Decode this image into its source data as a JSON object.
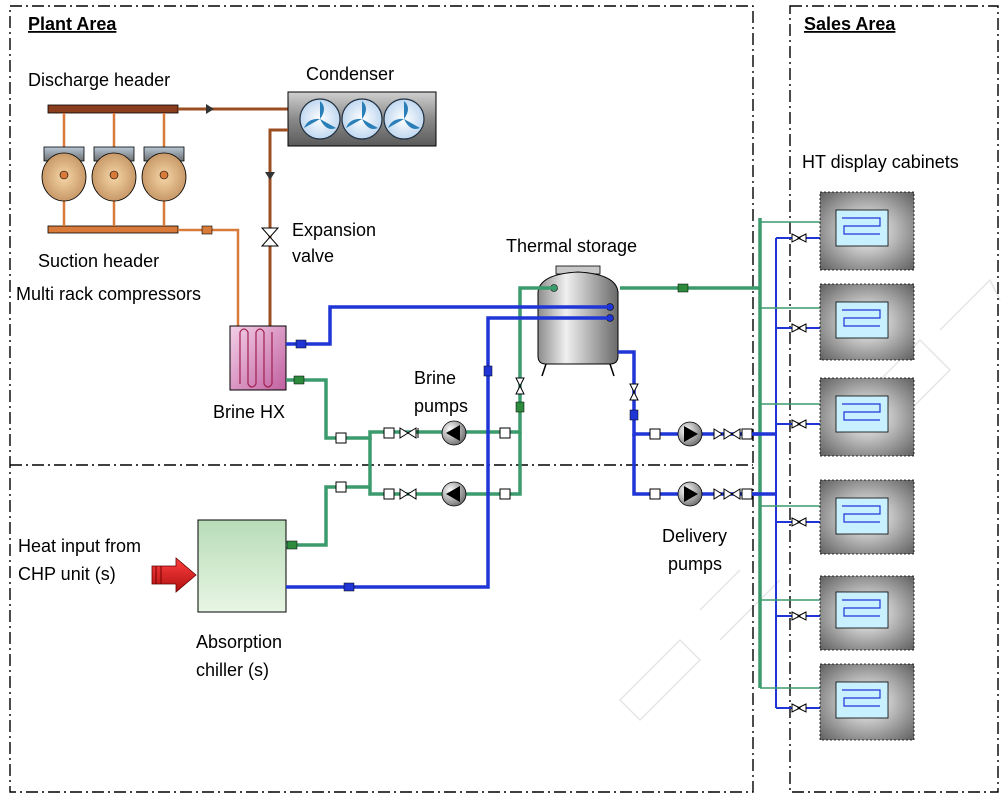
{
  "areas": {
    "plant": "Plant Area",
    "sales": "Sales Area"
  },
  "labels": {
    "discharge_header": "Discharge header",
    "condenser": "Condenser",
    "suction_header": "Suction header",
    "multi_rack": "Multi rack compressors",
    "expansion_valve_1": "Expansion",
    "expansion_valve_2": "valve",
    "brine_hx": "Brine HX",
    "thermal_storage": "Thermal storage",
    "brine_pumps_1": "Brine",
    "brine_pumps_2": "pumps",
    "heat_input_1": "Heat input from",
    "heat_input_2": "CHP unit (s)",
    "absorption_1": "Absorption",
    "absorption_2": "chiller (s)",
    "delivery_1": "Delivery",
    "delivery_2": "pumps",
    "ht_cabinets": "HT display cabinets"
  },
  "colors": {
    "brine_return": "#3b9b6d",
    "brine_supply": "#1f35d6",
    "refrigerant_liquid": "#d87a3a",
    "refrigerant_discharge": "#9c4e23",
    "heat_arrow": "#e02020"
  }
}
